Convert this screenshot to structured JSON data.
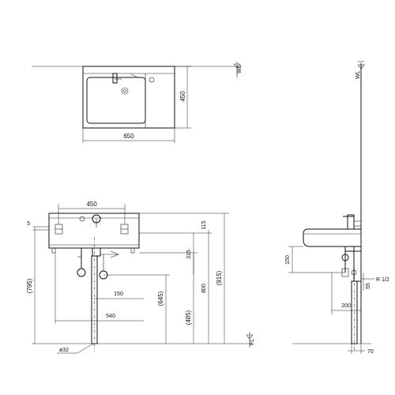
{
  "top_view": {
    "width_label": "650",
    "depth_label": "450"
  },
  "front_view": {
    "spacing_450": "450",
    "top_5": "5",
    "height_795": "(795)",
    "dim_150": "150",
    "dim_540": "540",
    "dim_645": "(645)",
    "dim_485": "(485)",
    "dim_315": "315",
    "dim_800": "800",
    "dim_915": "(915)",
    "dim_115": "115",
    "pipe_dia": "ø32",
    "floor_label": "FL"
  },
  "side_view": {
    "wall_label": "WL",
    "dim_150": "150",
    "thread": "R 1/2",
    "dim_55": "55",
    "dim_200": "200",
    "dim_70": "70"
  },
  "top_wall_label": "WL"
}
